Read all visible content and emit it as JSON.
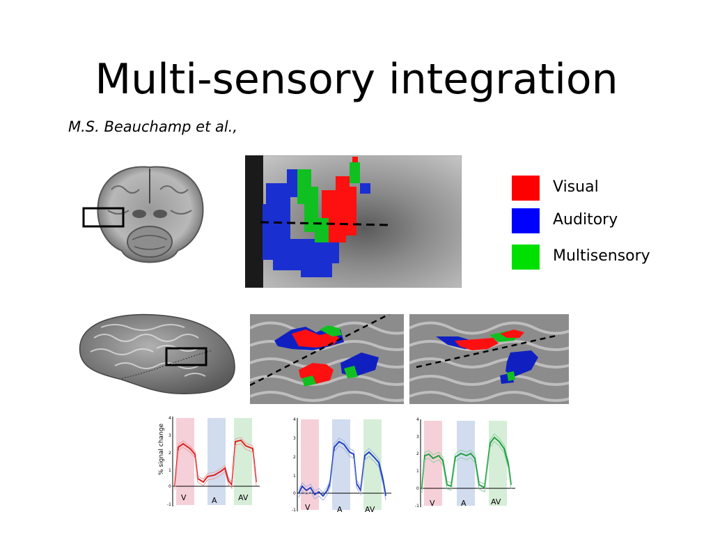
{
  "slide": {
    "title": "Multi-sensory integration",
    "author": "M.S. Beauchamp et al.,"
  },
  "legend": {
    "items": [
      {
        "label": "Visual",
        "color": "#ff0000"
      },
      {
        "label": "Auditory",
        "color": "#0000ff"
      },
      {
        "label": "Multisensory",
        "color": "#00e000"
      }
    ]
  },
  "colors": {
    "visual": "#e02020",
    "auditory": "#2040c0",
    "multisensory": "#20a040",
    "band_visual": "#f6d0d8",
    "band_auditory": "#d2dcef",
    "band_av": "#d6eed8"
  },
  "panels": {
    "brain_coronal_icon": "coronal-brain-slice",
    "brain_lateral_icon": "inflated-lateral-brain",
    "zoom_activation_icon": "activation-map-zoom",
    "flat_map_left_icon": "flattened-cortex-map-1",
    "flat_map_right_icon": "flattened-cortex-map-2"
  },
  "plots": [
    {
      "ylabel": "% signal change",
      "ticks": [
        "4",
        "3",
        "2",
        "1",
        "0",
        "-1"
      ],
      "conditions": [
        "V",
        "A",
        "AV"
      ],
      "series_color": "visual"
    },
    {
      "ylabel": "",
      "ticks": [
        "4",
        "3",
        "2",
        "1",
        "0",
        "-1"
      ],
      "conditions": [
        "V",
        "A",
        "AV"
      ],
      "series_color": "auditory"
    },
    {
      "ylabel": "",
      "ticks": [
        "4",
        "3",
        "2",
        "1",
        "0",
        "-1"
      ],
      "conditions": [
        "V",
        "A",
        "AV"
      ],
      "series_color": "multisensory"
    }
  ]
}
